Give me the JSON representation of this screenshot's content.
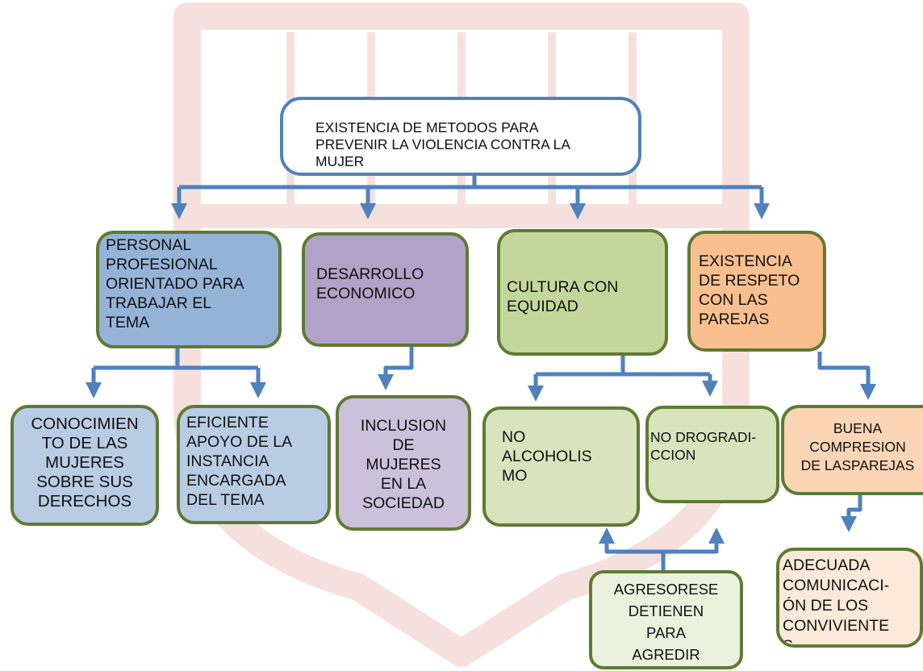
{
  "colors": {
    "watermark": "#f6e0dd",
    "arrow": "#4f81bd",
    "node_border": "#5f7a34",
    "blue_fill": "#95b3d7",
    "blue_light_fill": "#b8cce4",
    "purple_fill": "#b2a2c7",
    "purple_light_fill": "#ccc0da",
    "green_fill": "#c3d69b",
    "green_light_fill": "#d7e4bd",
    "green_pale_fill": "#ebf1dd",
    "orange_fill": "#fabf8f",
    "orange_light_fill": "#fbd5b5",
    "orange_pale_fill": "#fde9d9"
  },
  "root": {
    "label": "EXISTENCIA DE METODOS PARA\nPREVENIR LA VIOLENCIA CONTRA LA\nMUJER"
  },
  "level1": [
    {
      "label": "PERSONAL\nPROFESIONAL\nORIENTADO PARA\nTRABAJAR EL\nTEMA"
    },
    {
      "label": "DESARROLLO\nECONOMICO"
    },
    {
      "label": "CULTURA CON\nEQUIDAD"
    },
    {
      "label": "EXISTENCIA\nDE RESPETO\nCON LAS\nPAREJAS"
    }
  ],
  "level2": [
    {
      "label": "CONOCIMIEN\nTO DE LAS\nMUJERES\nSOBRE SUS\nDERECHOS"
    },
    {
      "label": "EFICIENTE\nAPOYO DE LA\nINSTANCIA\nENCARGADA\nDEL TEMA"
    },
    {
      "label": "INCLUSION\nDE\nMUJERES\nEN LA\nSOCIEDAD"
    },
    {
      "label": "NO\nALCOHOLIS\nMO"
    },
    {
      "label": "NO  DROGRADI-\nCCION"
    },
    {
      "label": "BUENA\nCOMPRESION\nDE LASPAREJAS"
    }
  ],
  "level3": [
    {
      "label": "AGRESORESE\nDETIENEN\nPARA\nAGREDIR"
    },
    {
      "label": "ADECUADA\nCOMUNICACI-\nÓN DE LOS\nCONVIVIENTE\nS"
    }
  ]
}
